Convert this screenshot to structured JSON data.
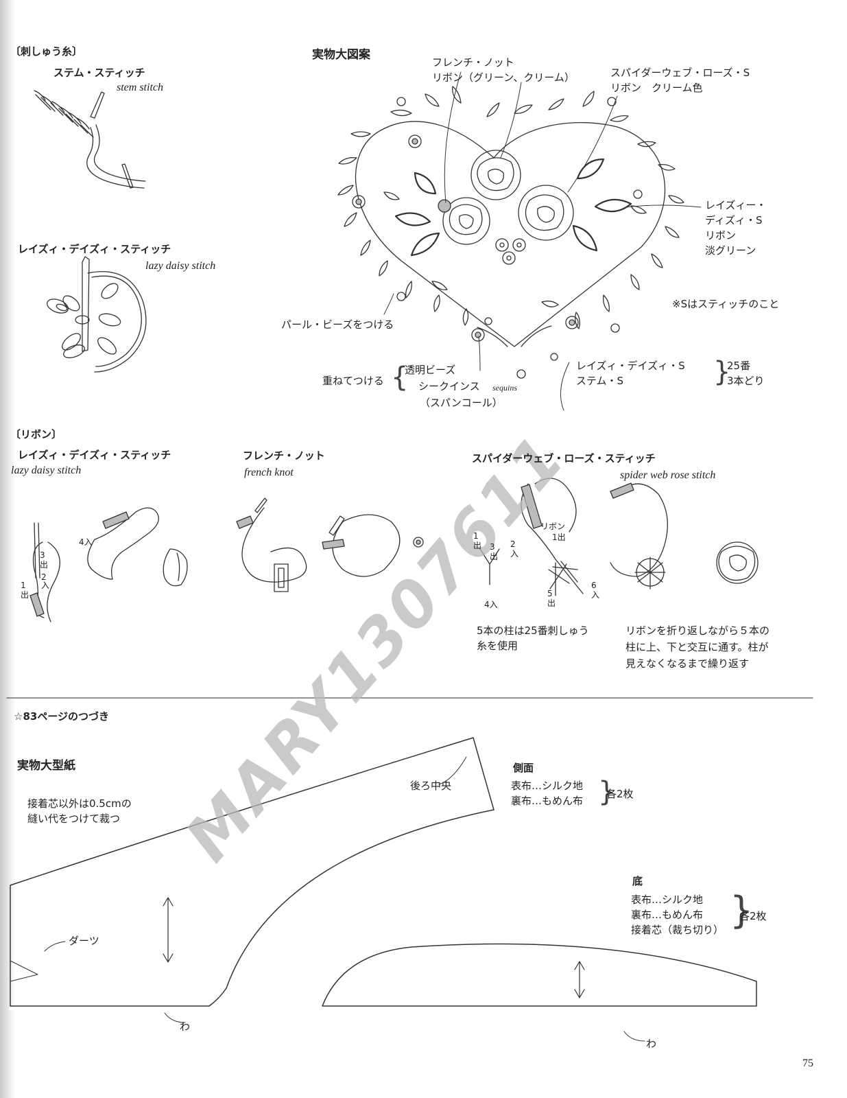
{
  "embroidery_thread": {
    "header": "〔刺しゅう糸〕",
    "stem_jp": "ステム・スティッチ",
    "stem_en": "stem stitch",
    "lazy_jp": "レイズィ・デイズィ・スティッチ",
    "lazy_en": "lazy daisy stitch"
  },
  "pattern": {
    "title": "実物大図案",
    "french_knot": "フレンチ・ノット",
    "french_ribbon": "リボン（グリーン、クリーム）",
    "spider": "スパイダーウェブ・ローズ・S",
    "spider_ribbon": "リボン　クリーム色",
    "lazy_lines": [
      "レイズィー・",
      "ディズィ・S",
      "リボン",
      "淡グリーン"
    ],
    "note": "※Sはスティッチのこと",
    "pearl": "パール・ビーズをつける",
    "layer": "重ねてつける",
    "clear_beads": "透明ビーズ",
    "sequins_jp": "シークインス",
    "sequins_en": "sequins",
    "spangle": "（スパンコール）",
    "lazy_s": "レイズィ・デイズィ・S",
    "stem_s": "ステム・S",
    "thread_no": "25番",
    "strands": "3本どり"
  },
  "ribbon": {
    "header": "〔リボン〕",
    "lazy_jp": "レイズィ・デイズィ・スティッチ",
    "lazy_en": "lazy daisy stitch",
    "french_jp": "フレンチ・ノット",
    "french_en": "french knot",
    "spider_jp": "スパイダーウェブ・ローズ・スティッチ",
    "spider_en": "spider web rose stitch",
    "out": "出",
    "in": "入",
    "ribbon_label": "リボン",
    "n1": "1",
    "n2": "2",
    "n3": "3",
    "n4": "4",
    "n5": "5",
    "n6": "6",
    "in4": "4入",
    "out1": "1出",
    "note_pillars": [
      "5本の柱は25番刺しゅう",
      "糸を使用"
    ],
    "note_weave": [
      "リボンを折り返しながら５本の",
      "柱に上、下と交互に通す。柱が",
      "見えなくなるまで繰り返す"
    ]
  },
  "continuation": {
    "title": "☆83ページのつづき",
    "full_size": "実物大型紙",
    "seam_lines": [
      "接着芯以外は0.5cmの",
      "縫い代をつけて裁つ"
    ],
    "back_center": "後ろ中央",
    "dart": "ダーツ",
    "wa": "わ",
    "side_title": "側面",
    "side_lines": [
      "表布…シルク地",
      "裏布…もめん布"
    ],
    "side_count": "各2枚",
    "bottom_title": "底",
    "bottom_lines": [
      "表布…シルク地",
      "裏布…もめん布",
      "接着芯（裁ち切り）"
    ],
    "bottom_count": "各2枚"
  },
  "watermark": "MARY1307611",
  "page_number": "75"
}
